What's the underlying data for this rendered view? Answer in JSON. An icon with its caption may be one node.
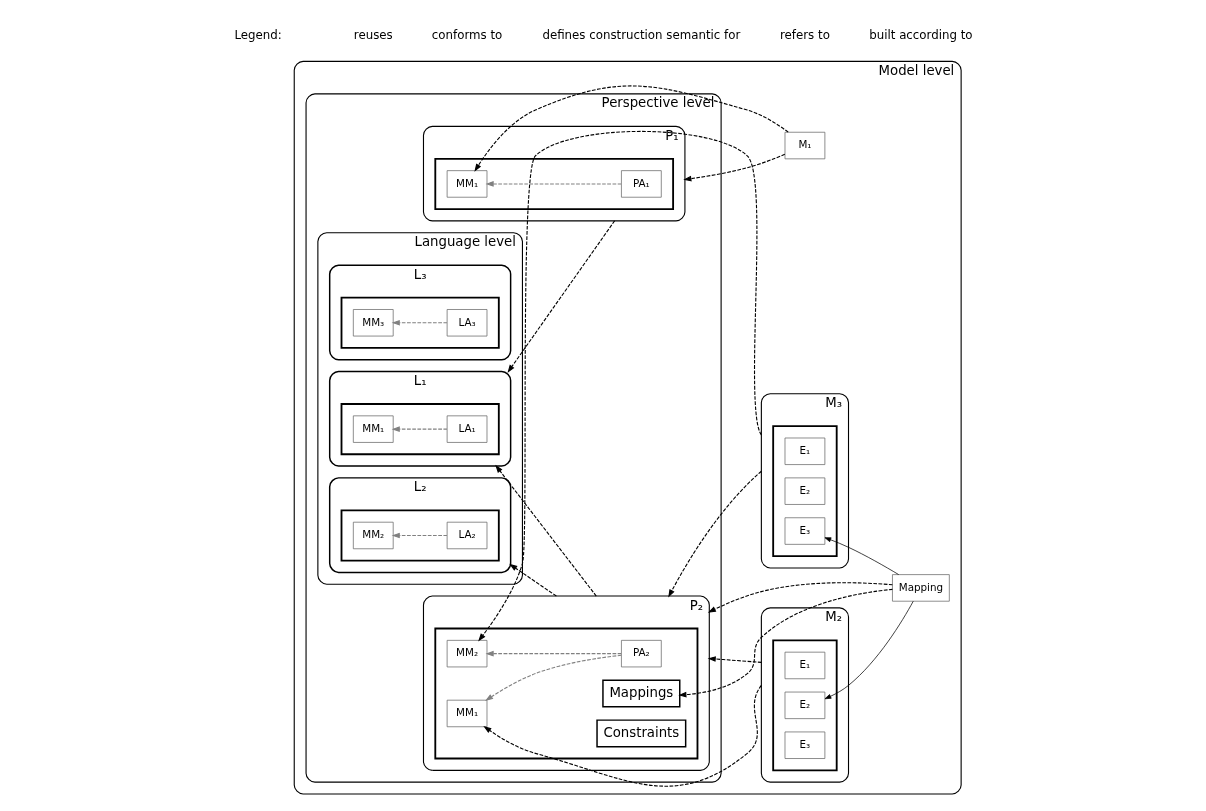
{
  "diagram": {
    "nodes": [
      {
        "text": [
          "Model level"
        ]
      },
      {
        "text": [
          "Perspective level"
        ],
        "in": 0
      },
      {
        "text": [
          "Language level"
        ],
        "in": 1
      },
      {
        "text": [
          "L₃"
        ],
        "in": 2
      },
      {
        "text": [],
        "shape": "folder",
        "in": 3
      },
      {
        "text": [
          "LA₃"
        ],
        "in": 4
      },
      {
        "text": [
          "MM₃"
        ],
        "in": 4
      },
      {
        "text": [
          "L₁"
        ],
        "in": 2
      },
      {
        "text": [],
        "shape": "folder",
        "in": 7
      },
      {
        "text": [
          "LA₁"
        ],
        "in": 8
      },
      {
        "text": [
          "MM₁"
        ],
        "in": 8
      },
      {
        "text": [
          "L₂"
        ],
        "in": 2
      },
      {
        "text": [],
        "shape": "folder",
        "in": 11
      },
      {
        "text": [
          "LA₂"
        ],
        "in": 12
      },
      {
        "text": [
          "MM₂"
        ],
        "in": 12
      },
      {
        "text": [
          "P₁"
        ],
        "in": 1
      },
      {
        "text": [],
        "shape": "folder",
        "in": 15
      },
      {
        "text": [
          "PA₁"
        ],
        "in": 16
      },
      {
        "text": [
          "MM₁"
        ],
        "in": 16
      },
      {
        "text": [
          "P₂"
        ],
        "in": 1
      },
      {
        "text": [],
        "shape": "folder",
        "in": 19
      },
      {
        "text": [
          "PA₂"
        ],
        "in": 20
      },
      {
        "text": [
          "MM₁"
        ],
        "in": 20
      },
      {
        "text": [
          "MM₂"
        ],
        "in": 20
      },
      {
        "text": [
          "Mappings"
        ],
        "in": 20
      },
      {
        "text": [
          "Constraints"
        ],
        "in": 20
      },
      {
        "text": [
          "M₁"
        ],
        "in": 0
      },
      {
        "text": [
          "M₂"
        ],
        "in": 0
      },
      {
        "text": [],
        "shape": "folder",
        "in": 27
      },
      {
        "text": [
          "E₁"
        ],
        "in": 28
      },
      {
        "text": [
          "E₂"
        ],
        "in": 28
      },
      {
        "text": [
          "E₃"
        ],
        "in": 28
      },
      {
        "text": [
          "Mapping"
        ],
        "in": 0
      },
      {
        "text": [
          "M₃"
        ],
        "in": 0
      },
      {
        "text": [],
        "shape": "folder",
        "in": 33
      },
      {
        "text": [
          "E₁"
        ],
        "in": 34
      },
      {
        "text": [
          "E₂"
        ],
        "in": 34
      },
      {
        "text": [
          "E₃"
        ],
        "in": 34
      }
    ],
    "edges": [
      {
        "from": 5,
        "to": 6,
        "arrow": "to",
        "style": "dashed",
        "color": "#808080"
      },
      {
        "from": 9,
        "to": 10,
        "arrow": "to",
        "style": "dashed",
        "color": "#808080"
      },
      {
        "from": 13,
        "to": 14,
        "arrow": "to",
        "style": "dashed",
        "color": "#808080"
      },
      {
        "from": 17,
        "to": 18,
        "arrow": "to",
        "style": "dashed",
        "color": "#808080"
      },
      {
        "from": 21,
        "to": 22,
        "arrow": "to",
        "style": "dashed",
        "color": "#808080"
      },
      {
        "from": 21,
        "to": 23,
        "arrow": "to",
        "style": "dashed",
        "color": "#808080"
      },
      {
        "from": 15,
        "to": 7,
        "arrow": "to",
        "style": "dashed"
      },
      {
        "from": 19,
        "to": 7,
        "arrow": "to",
        "style": "dashed"
      },
      {
        "from": 19,
        "to": 11,
        "arrow": "to",
        "style": "dashed"
      },
      {
        "from": 26,
        "to": 15,
        "arrow": "to",
        "style": "dashed"
      },
      {
        "from": 26,
        "to": 18,
        "arrow": "to",
        "style": "dashed"
      },
      {
        "from": 27,
        "to": 19,
        "arrow": "to",
        "style": "dashed"
      },
      {
        "from": 27,
        "to": 22,
        "arrow": "to",
        "style": "dashed"
      },
      {
        "from": 32,
        "to": 19,
        "arrow": "to",
        "style": "dashed"
      },
      {
        "from": 32,
        "to": 24,
        "arrow": "to",
        "style": "dashed"
      },
      {
        "from": 33,
        "to": 23,
        "arrow": "to",
        "style": "dashed"
      },
      {
        "from": 33,
        "to": 19,
        "arrow": "to",
        "style": "dashed"
      },
      {
        "from": 32,
        "to": 30,
        "arrow": "to"
      },
      {
        "from": 32,
        "to": 37,
        "arrow": "to"
      }
    ],
    "labels": [
      "Legend:"
    ],
    "legend": [
      {
        "text": "reuses"
      },
      {
        "text": "conforms to"
      },
      {
        "text": "defines construction semantic for"
      },
      {
        "text": "refers to"
      },
      {
        "text": "built according to"
      }
    ]
  }
}
